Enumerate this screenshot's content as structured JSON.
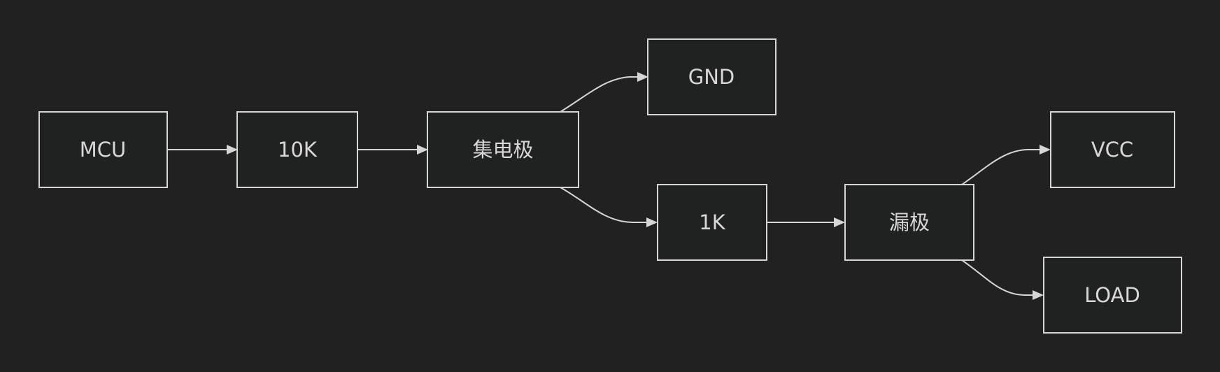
{
  "diagram": {
    "nodes": {
      "mcu": "MCU",
      "r10k": "10K",
      "collector": "集电极",
      "gnd": "GND",
      "r1k": "1K",
      "drain": "漏极",
      "vcc": "VCC",
      "load": "LOAD"
    }
  }
}
